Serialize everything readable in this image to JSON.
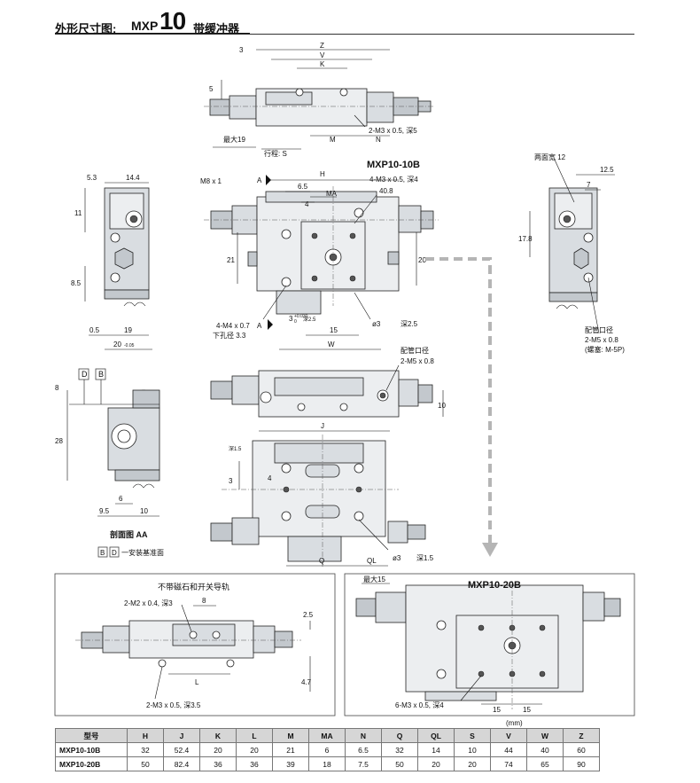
{
  "header": {
    "prefix": "外形尺寸图:",
    "model": "MXP",
    "size": "10",
    "suffix": "带缓冲器"
  },
  "top_view": {
    "labels": {
      "z": "Z",
      "v": "V",
      "k": "K",
      "three": "3",
      "five": "5",
      "max19": "最大19",
      "stroke": "行程: S",
      "m": "M",
      "n": "N",
      "tap": "2-M3 x 0.5, 深5"
    }
  },
  "left_end_view": {
    "labels": {
      "d53": "5.3",
      "d144": "14.4",
      "d11": "11",
      "d85": "8.5",
      "d05": "0.5",
      "d19": "19",
      "d20": "20",
      "d20tol": "-0.05"
    }
  },
  "main_view": {
    "title": "MXP10-10B",
    "labels": {
      "m8": "M8 x 1",
      "a_top": "A",
      "a_bottom": "A",
      "h": "H",
      "d65": "6.5",
      "d4": "4",
      "ma": "MA",
      "tap_top": "4-M3 x 0.5, 深4",
      "d408": "40.8",
      "d21": "21",
      "d20r": "20",
      "d25": "深2.5",
      "d3_tol": "3",
      "tol_plus": "+0.030",
      "tol_zero": "0",
      "d15": "15",
      "w": "W",
      "m4": "4-M4 x 0.7",
      "lower_hole": "下孔径 3.3",
      "phi3": "ø3",
      "phi3_depth": "深2.5"
    }
  },
  "right_end_view": {
    "labels": {
      "both_faces": "两面宽 12",
      "d125": "12.5",
      "d7": "7",
      "d178": "17.8",
      "port": "配管口径",
      "port_spec": "2-M5 x 0.8",
      "port_note": "(螺塞: M-5P)"
    }
  },
  "side_view": {
    "labels": {
      "port": "配管口径",
      "port_spec": "2-M5 x 0.8",
      "d10": "10",
      "j": "J"
    }
  },
  "bottom_view": {
    "labels": {
      "d15": "深1.5",
      "d3": "3",
      "d4": "4",
      "q": "Q",
      "ql": "QL",
      "phi3": "ø3",
      "phi3_depth": "深1.5"
    }
  },
  "section_view": {
    "title": "剖面图 AA",
    "d_label": "D",
    "b_label": "B",
    "note": "一安装基准面",
    "note_b": "B",
    "note_d": "D",
    "labels": {
      "d8": "8",
      "d28": "28",
      "d6": "6",
      "d95": "9.5",
      "d10": "10"
    }
  },
  "no_magnet_panel": {
    "title": "不带磁石和开关导轨",
    "labels": {
      "tap1": "2-M2 x 0.4, 深3",
      "d8": "8",
      "d25": "2.5",
      "d47": "4.7",
      "l": "L",
      "tap2": "2-M3 x 0.5, 深3.5"
    }
  },
  "mxp20_panel": {
    "title": "MXP10-20B",
    "labels": {
      "max15": "最大15",
      "tap": "6-M3 x 0.5, 深4",
      "d15a": "15",
      "d15b": "15"
    }
  },
  "table": {
    "unit": "(mm)",
    "headers": [
      "型号",
      "H",
      "J",
      "K",
      "L",
      "M",
      "MA",
      "N",
      "Q",
      "QL",
      "S",
      "V",
      "W",
      "Z"
    ],
    "rows": [
      [
        "MXP10-10B",
        "32",
        "52.4",
        "20",
        "20",
        "21",
        "6",
        "6.5",
        "32",
        "14",
        "10",
        "44",
        "40",
        "60"
      ],
      [
        "MXP10-20B",
        "50",
        "82.4",
        "36",
        "36",
        "39",
        "18",
        "7.5",
        "50",
        "20",
        "20",
        "74",
        "65",
        "90"
      ]
    ]
  }
}
